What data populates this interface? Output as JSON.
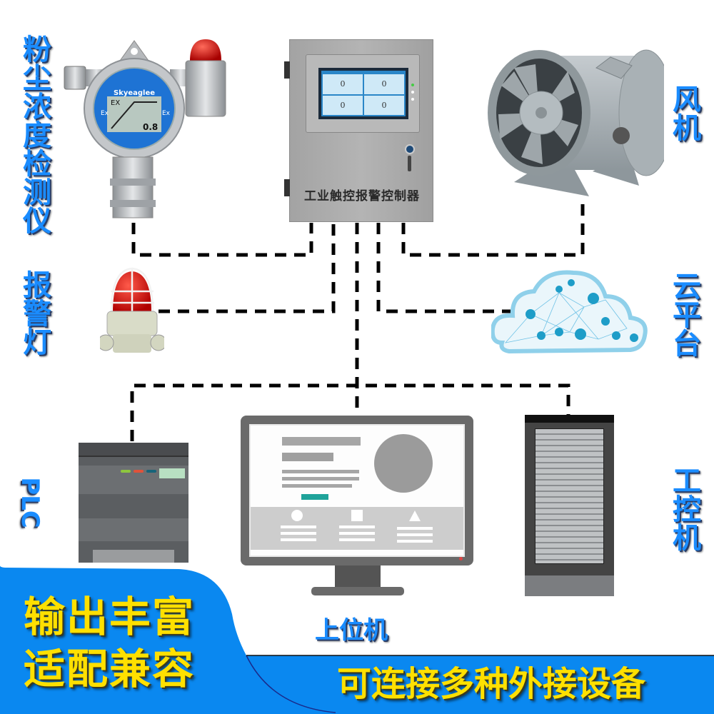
{
  "devices": {
    "dust_detector": {
      "label": "粉尘浓度检测仪",
      "brand": "Skyeaglee",
      "screen_mark": "EX",
      "screen_value": "0.8",
      "side_mark": "Ex"
    },
    "alarm_light": {
      "label": "报警灯"
    },
    "controller": {
      "label": "工业触控报警控制器",
      "panel_values": [
        "0",
        "0",
        "0",
        "0"
      ]
    },
    "fan": {
      "label": "风机"
    },
    "cloud": {
      "label": "云平台"
    },
    "plc": {
      "label": "PLC"
    },
    "host_pc": {
      "label": "上位机"
    },
    "ipc": {
      "label": "工控机"
    }
  },
  "banner": {
    "left_line1": "输出丰富",
    "left_line2": "适配兼容",
    "bottom": "可连接多种外接设备"
  },
  "colors": {
    "accent_blue": "#0a88f0",
    "label_blue": "#1a8cff",
    "slogan_yellow": "#ffe000",
    "connector": "#000000",
    "panel_gray": "#a9a9a9"
  }
}
